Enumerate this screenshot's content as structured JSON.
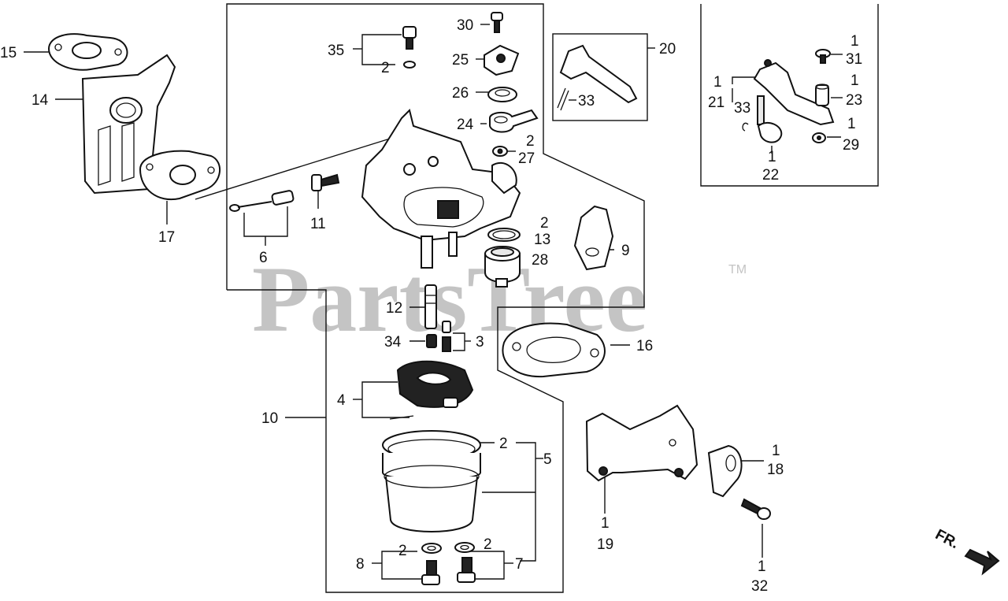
{
  "watermark": {
    "text": "PartsTree",
    "trademark": "TM"
  },
  "direction_indicator": {
    "text": "FR."
  },
  "callouts": [
    {
      "id": "c15",
      "text": "15"
    },
    {
      "id": "c14",
      "text": "14"
    },
    {
      "id": "c17",
      "text": "17"
    },
    {
      "id": "c35",
      "text": "35"
    },
    {
      "id": "c2a",
      "text": "2"
    },
    {
      "id": "c30",
      "text": "30"
    },
    {
      "id": "c25",
      "text": "25"
    },
    {
      "id": "c26",
      "text": "26"
    },
    {
      "id": "c24",
      "text": "24"
    },
    {
      "id": "c2b",
      "text": "2"
    },
    {
      "id": "c27",
      "text": "27"
    },
    {
      "id": "c20",
      "text": "20"
    },
    {
      "id": "c33a",
      "text": "33"
    },
    {
      "id": "c1a",
      "text": "1"
    },
    {
      "id": "c21",
      "text": "21"
    },
    {
      "id": "c33b",
      "text": "33"
    },
    {
      "id": "c1b",
      "text": "1"
    },
    {
      "id": "c31",
      "text": "31"
    },
    {
      "id": "c1c",
      "text": "1"
    },
    {
      "id": "c23",
      "text": "23"
    },
    {
      "id": "c1d",
      "text": "1"
    },
    {
      "id": "c29",
      "text": "29"
    },
    {
      "id": "c1e",
      "text": "1"
    },
    {
      "id": "c22",
      "text": "22"
    },
    {
      "id": "c11",
      "text": "11"
    },
    {
      "id": "c6",
      "text": "6"
    },
    {
      "id": "c2c",
      "text": "2"
    },
    {
      "id": "c13",
      "text": "13"
    },
    {
      "id": "c28",
      "text": "28"
    },
    {
      "id": "c9",
      "text": "9"
    },
    {
      "id": "c12",
      "text": "12"
    },
    {
      "id": "c34",
      "text": "34"
    },
    {
      "id": "c3",
      "text": "3"
    },
    {
      "id": "c16",
      "text": "16"
    },
    {
      "id": "c4",
      "text": "4"
    },
    {
      "id": "c10",
      "text": "10"
    },
    {
      "id": "c2d",
      "text": "2"
    },
    {
      "id": "c5",
      "text": "5"
    },
    {
      "id": "c2e",
      "text": "2"
    },
    {
      "id": "c2f",
      "text": "2"
    },
    {
      "id": "c8",
      "text": "8"
    },
    {
      "id": "c7",
      "text": "7"
    },
    {
      "id": "c1f",
      "text": "1"
    },
    {
      "id": "c19",
      "text": "19"
    },
    {
      "id": "c1g",
      "text": "1"
    },
    {
      "id": "c18",
      "text": "18"
    },
    {
      "id": "c1h",
      "text": "1"
    },
    {
      "id": "c32",
      "text": "32"
    }
  ]
}
